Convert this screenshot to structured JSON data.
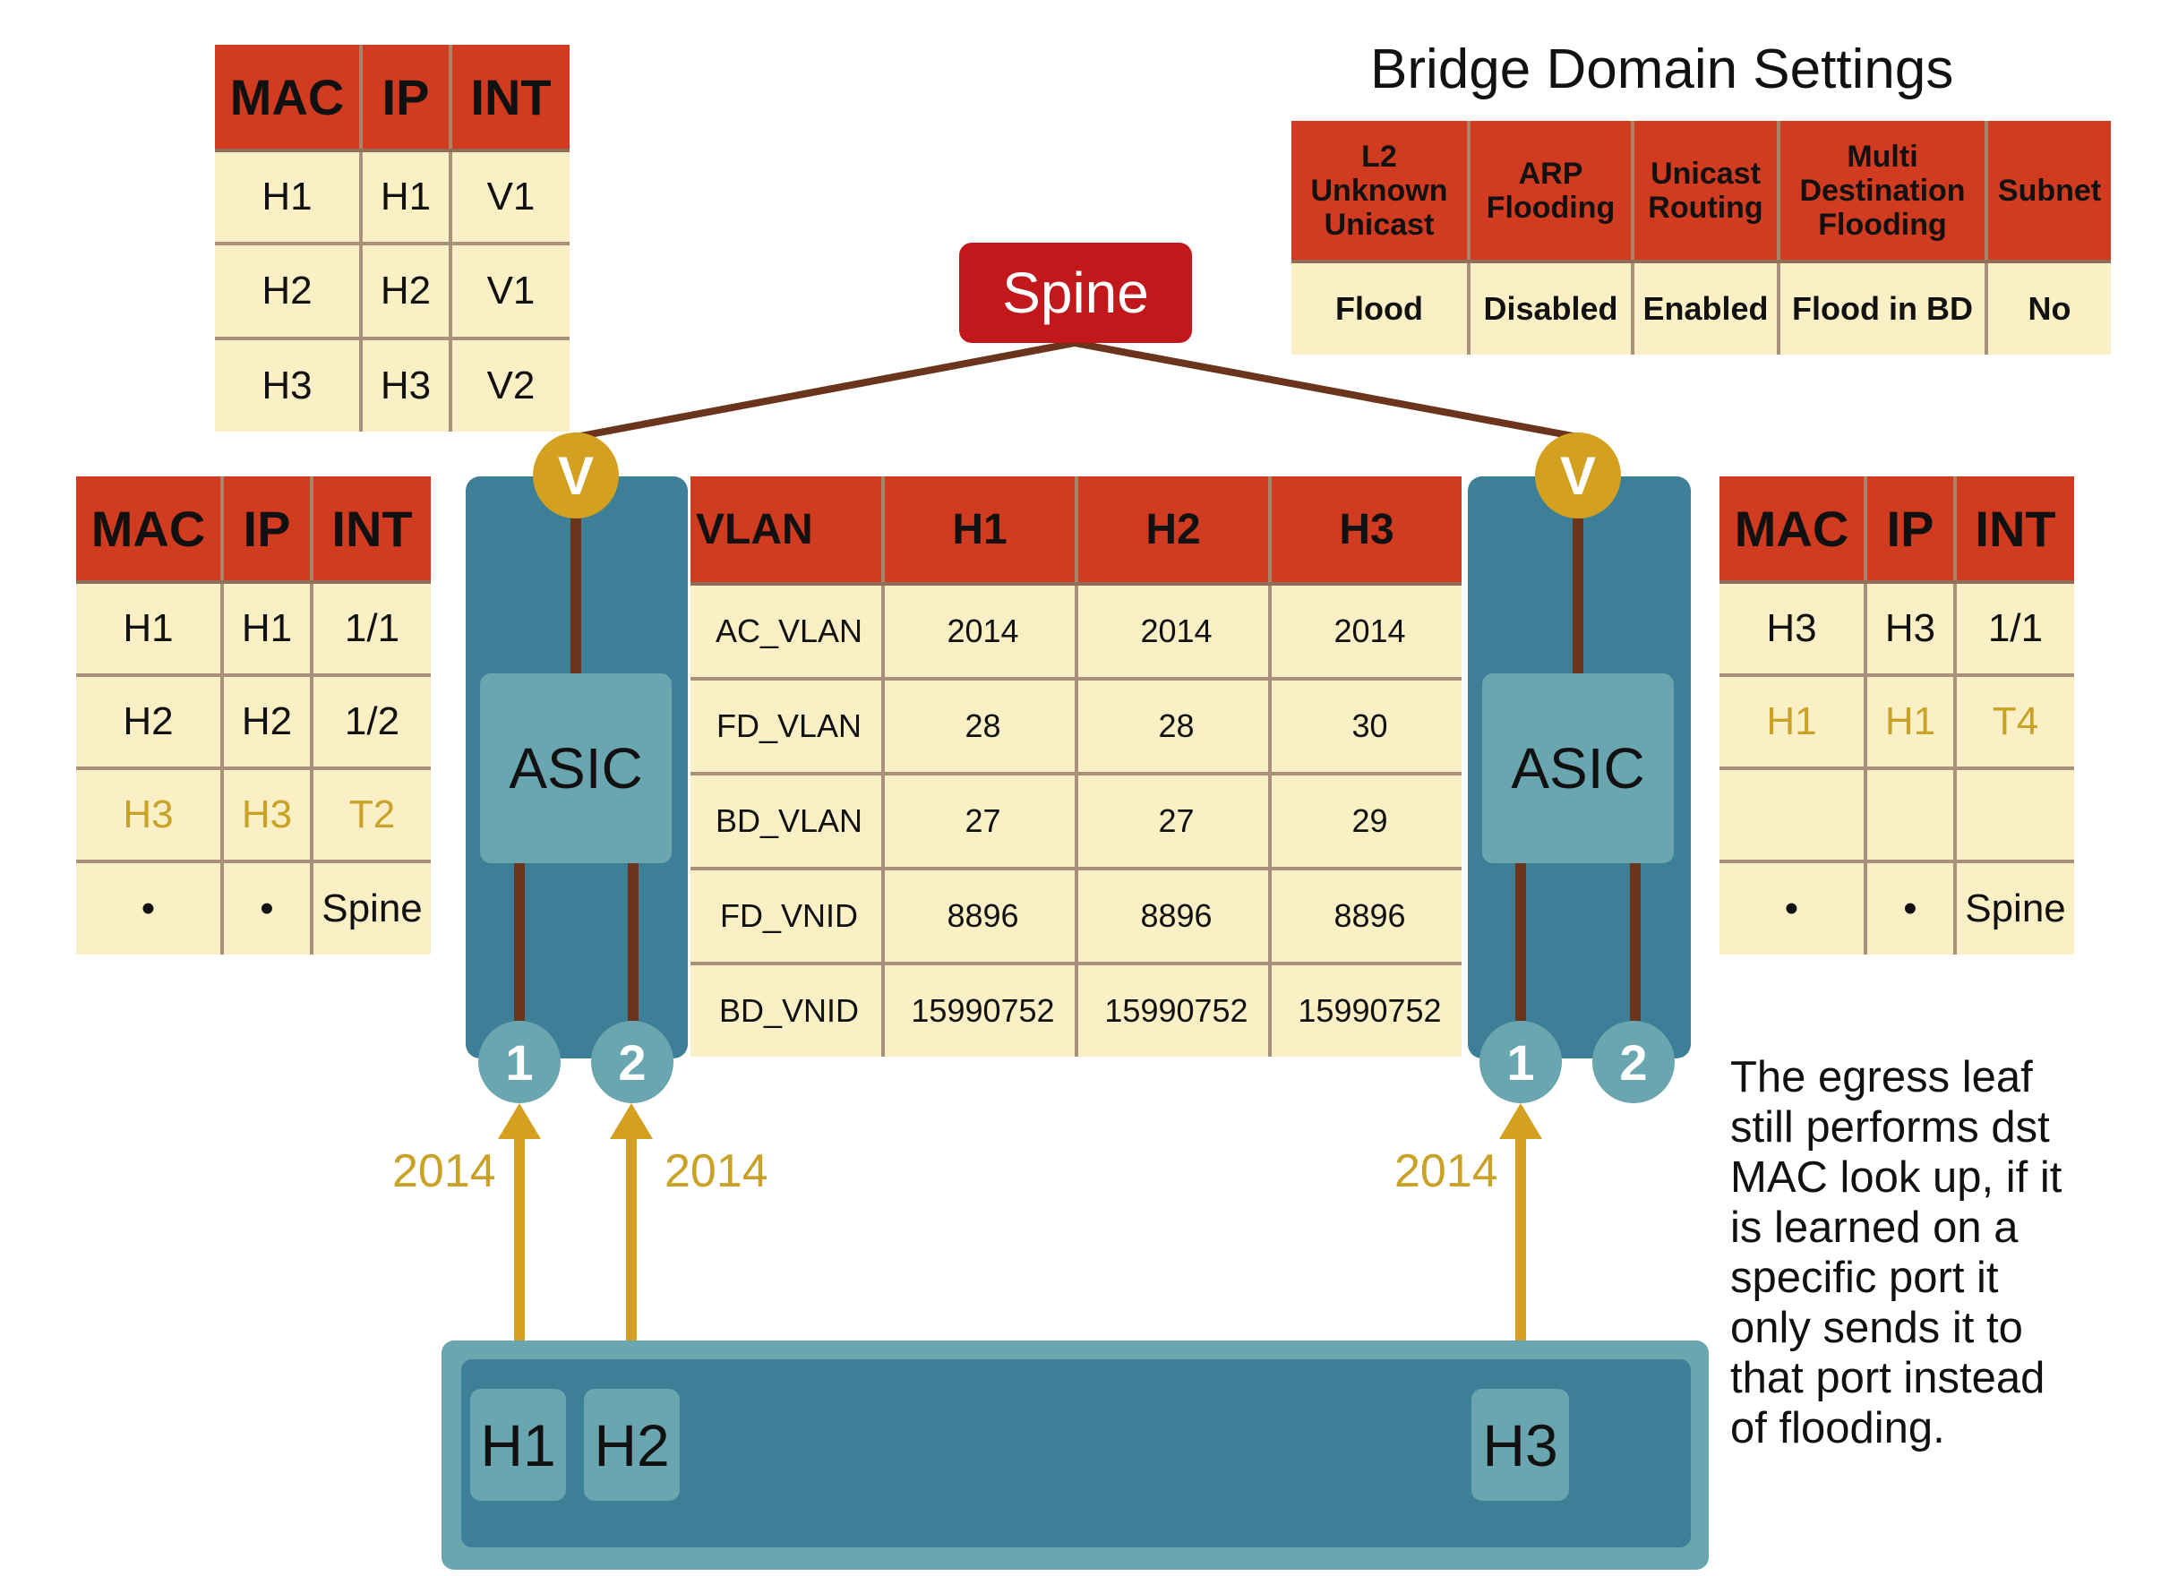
{
  "bridge_domain": {
    "title": "Bridge Domain Settings",
    "headers": [
      "L2 Unknown Unicast",
      "ARP Flooding",
      "Unicast Routing",
      "Multi Destination Flooding",
      "Subnet"
    ],
    "header_lines": [
      [
        "L2",
        "Unknown",
        "Unicast"
      ],
      [
        "ARP",
        "Flooding"
      ],
      [
        "Unicast",
        "Routing"
      ],
      [
        "Multi",
        "Destination",
        "Flooding"
      ],
      [
        "Subnet"
      ]
    ],
    "values": [
      "Flood",
      "Disabled",
      "Enabled",
      "Flood in BD",
      "No"
    ]
  },
  "spine": {
    "label": "Spine"
  },
  "spine_table": {
    "headers": [
      "MAC",
      "IP",
      "INT"
    ],
    "rows": [
      [
        "H1",
        "H1",
        "V1"
      ],
      [
        "H2",
        "H2",
        "V1"
      ],
      [
        "H3",
        "H3",
        "V2"
      ]
    ]
  },
  "left_leaf_table": {
    "headers": [
      "MAC",
      "IP",
      "INT"
    ],
    "rows": [
      {
        "cells": [
          "H1",
          "H1",
          "1/1"
        ],
        "highlight": false
      },
      {
        "cells": [
          "H2",
          "H2",
          "1/2"
        ],
        "highlight": false
      },
      {
        "cells": [
          "H3",
          "H3",
          "T2"
        ],
        "highlight": true
      },
      {
        "cells": [
          "•",
          "•",
          "Spine"
        ],
        "highlight": false
      }
    ]
  },
  "right_leaf_table": {
    "headers": [
      "MAC",
      "IP",
      "INT"
    ],
    "rows": [
      {
        "cells": [
          "H3",
          "H3",
          "1/1"
        ],
        "highlight": false
      },
      {
        "cells": [
          "H1",
          "H1",
          "T4"
        ],
        "highlight": true
      },
      {
        "cells": [
          "",
          "",
          ""
        ],
        "highlight": false
      },
      {
        "cells": [
          "•",
          "•",
          "Spine"
        ],
        "highlight": false
      }
    ]
  },
  "vlan_table": {
    "headers": [
      "VLAN",
      "H1",
      "H2",
      "H3"
    ],
    "rows": [
      [
        "AC_VLAN",
        "2014",
        "2014",
        "2014"
      ],
      [
        "FD_VLAN",
        "28",
        "28",
        "30"
      ],
      [
        "BD_VLAN",
        "27",
        "27",
        "29"
      ],
      [
        "FD_VNID",
        "8896",
        "8896",
        "8896"
      ],
      [
        "BD_VNID",
        "15990752",
        "15990752",
        "15990752"
      ]
    ]
  },
  "left_leaf": {
    "vtep": "V",
    "asic": "ASIC",
    "ports": [
      "1",
      "2"
    ]
  },
  "right_leaf": {
    "vtep": "V",
    "asic": "ASIC",
    "ports": [
      "1",
      "2"
    ]
  },
  "links": {
    "h1_vlan": "2014",
    "h2_vlan": "2014",
    "h3_vlan": "2014"
  },
  "hosts": [
    "H1",
    "H2",
    "H3"
  ],
  "note": "The egress leaf still performs dst MAC look up, if it is learned on a specific port it only sends it to that port instead of flooding.",
  "note_lines": [
    "The egress leaf",
    "still performs dst",
    "MAC look up, if it",
    "is learned on a",
    "specific port it",
    "only sends it to",
    "that port instead",
    "of flooding."
  ],
  "colors": {
    "header_red": "#d13b1f",
    "cell_cream": "#faefc5",
    "leaf_blue": "#3d7f96",
    "asic_teal": "#6aa6b0",
    "vtep_gold": "#d4a020",
    "spine_red": "#c3181b",
    "wire_brown": "#6b341c",
    "highlight_gold": "#c9a227"
  }
}
